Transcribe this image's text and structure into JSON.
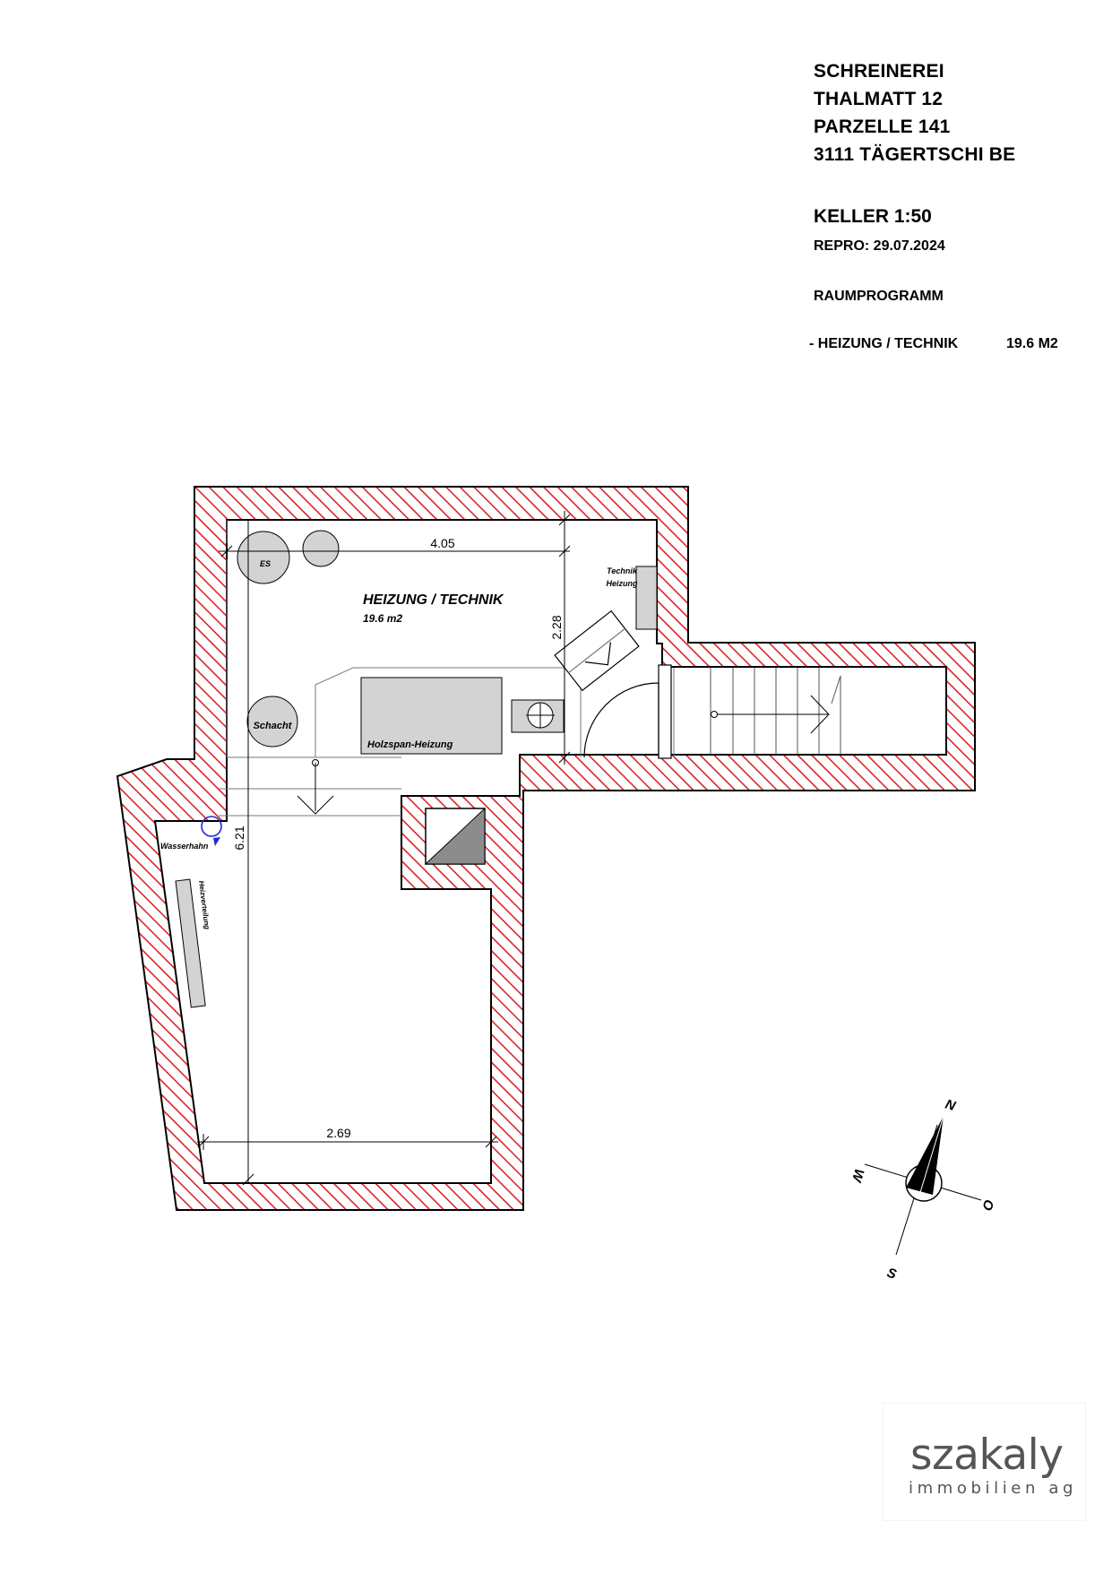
{
  "title_block": {
    "lines": [
      "SCHREINEREI",
      "THALMATT 12",
      "PARZELLE 141",
      "3111 TÄGERTSCHI BE"
    ],
    "scale": "KELLER 1:50",
    "repro": "REPRO: 29.07.2024",
    "program_heading": "RAUMPROGRAMM",
    "rooms": [
      {
        "name": "- HEIZUNG / TECHNIK",
        "area": "19.6 M2"
      }
    ]
  },
  "plan": {
    "room_name": "HEIZUNG / TECHNIK",
    "room_area": "19.6 m2",
    "labels": {
      "es": "ES",
      "schacht": "Schacht",
      "holzspan": "Holzspan-Heizung",
      "technik1": "Technik",
      "technik2": "Heizung",
      "wasserhahn": "Wasserhahn",
      "heizverteilung": "Heizverteilung"
    },
    "dimensions": {
      "width_top": "4.05",
      "height_right": "2.28",
      "height_left": "6.21",
      "width_bottom": "2.69"
    },
    "colors": {
      "wall_hatch": "#d9262c",
      "equipment_fill": "#d3d3d3",
      "tap_blue": "#1a2bd6"
    }
  },
  "compass": {
    "n": "N",
    "o": "O",
    "s": "S",
    "w": "W"
  },
  "logo": {
    "name": "szakaly",
    "tagline": "immobilien ag"
  }
}
